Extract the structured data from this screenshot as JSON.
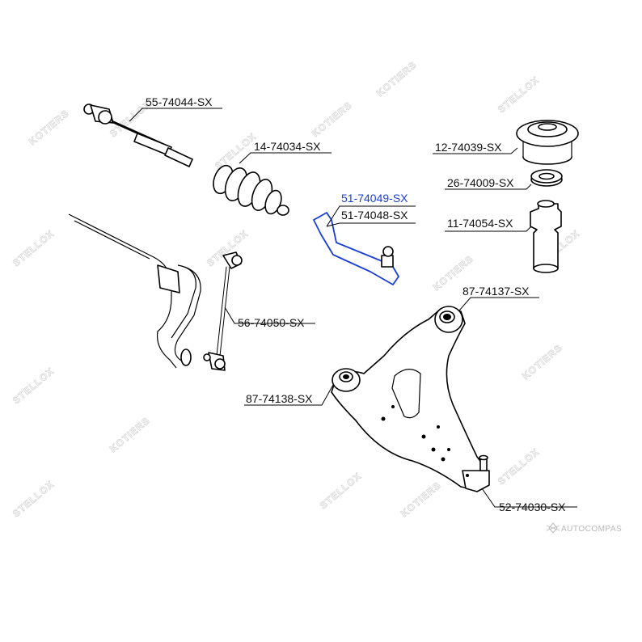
{
  "parts": {
    "tie_rod": "55-74044-SX",
    "boot": "14-74034-SX",
    "tie_rod_end_highlight": "51-74049-SX",
    "tie_rod_end": "51-74048-SX",
    "strut_mount": "12-74039-SX",
    "bearing": "26-74009-SX",
    "bump_stop": "11-74054-SX",
    "rear_bushing": "87-74137-SX",
    "stabilizer_link": "56-74050-SX",
    "front_bushing": "87-74138-SX",
    "ball_joint": "52-74030-SX"
  },
  "watermark": {
    "stellox": "STELLOX",
    "kotiers": "KOTIERS"
  },
  "brand": "AUTOCOMPAS",
  "colors": {
    "highlight": "#1a3fd6",
    "watermark": "#d6d6d6"
  }
}
